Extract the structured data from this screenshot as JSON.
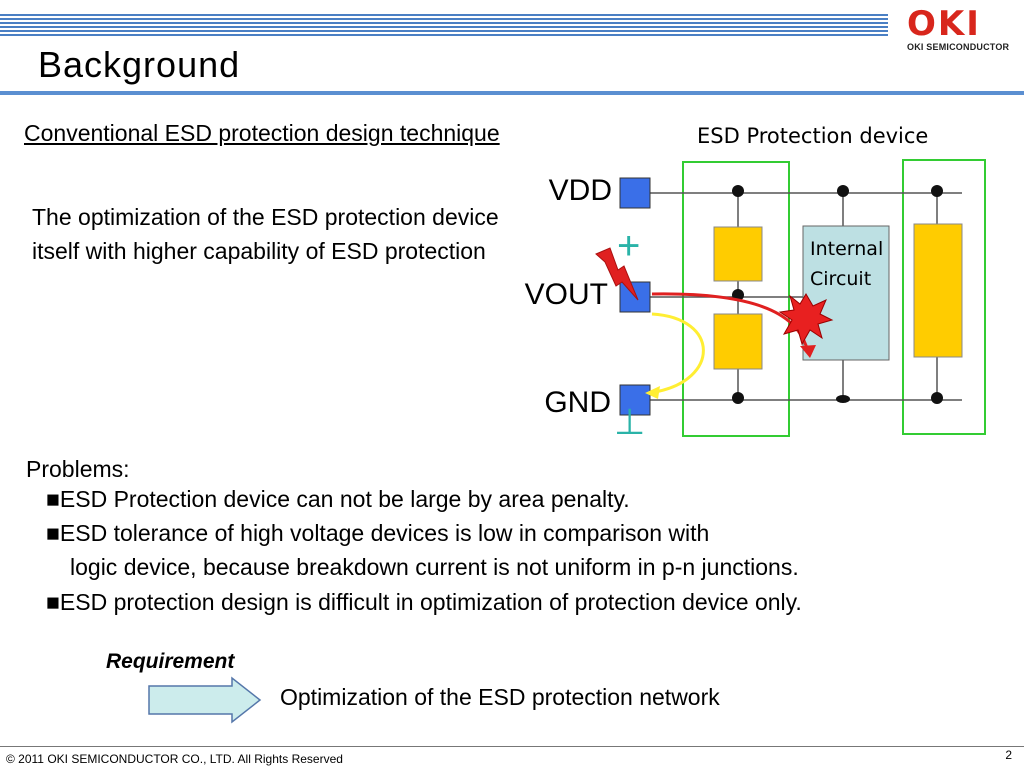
{
  "header": {
    "title": "Background",
    "logo_main": "OKI",
    "logo_sub": "OKI SEMICONDUCTOR"
  },
  "subtitle": "Conventional ESD protection design technique",
  "description": "The optimization of the ESD protection device itself with higher capability of ESD protection",
  "diagram": {
    "device_label": "ESD Protection device",
    "vdd_label": "VDD",
    "vout_label": "VOUT",
    "gnd_label": "GND",
    "internal_label_1": "Internal",
    "internal_label_2": "Circuit",
    "plus_symbol": "+",
    "ground_symbol": "⊥",
    "colors": {
      "pad": "#3a6fe8",
      "device": "#ffcc00",
      "frame": "#33cc33",
      "internal": "#bde0e3",
      "surge": "#e02020",
      "path": "#ffee33"
    }
  },
  "problems": {
    "heading": "Problems:",
    "items": [
      "■ESD Protection device can not be large by area penalty.",
      "■ESD tolerance of high voltage devices is low in comparison with",
      "logic device, because breakdown current is not uniform in p-n junctions.",
      "■ESD protection design is difficult in optimization of protection device only."
    ]
  },
  "requirement": {
    "label": "Requirement",
    "text": "Optimization of the ESD protection network"
  },
  "footer": {
    "copyright": "© 2011 OKI SEMICONDUCTOR CO., LTD.  All Rights Reserved",
    "page_number": "2"
  }
}
